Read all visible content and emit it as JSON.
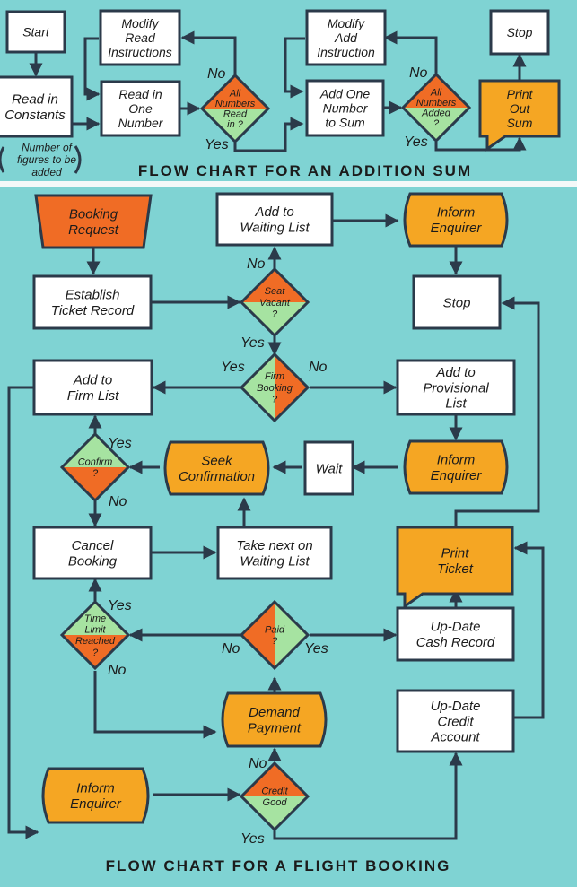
{
  "colors": {
    "background": "#7fd3d3",
    "separator": "#f4f8f8",
    "box_white": "#ffffff",
    "box_orange": "#f5a623",
    "box_red_orange": "#f06c25",
    "diamond_green": "#a6e3a1",
    "diamond_orange": "#f06c25",
    "stroke": "#2b3a4a"
  },
  "addition_chart": {
    "title": "FLOW CHART FOR AN ADDITION SUM",
    "nodes": {
      "start": [
        "Start"
      ],
      "read_constants": [
        "Read in",
        "Constants"
      ],
      "constants_note": [
        "Number of",
        "figures to be",
        "added"
      ],
      "modify_read": [
        "Modify",
        "Read",
        "Instructions"
      ],
      "read_number": [
        "Read in",
        "One",
        "Number"
      ],
      "all_read": [
        "All",
        "Numbers",
        "Read",
        "in ?"
      ],
      "modify_add": [
        "Modify",
        "Add",
        "Instruction"
      ],
      "add_number": [
        "Add One",
        "Number",
        "to Sum"
      ],
      "all_added": [
        "All",
        "Numbers",
        "Added",
        "?"
      ],
      "print_sum": [
        "Print",
        "Out",
        "Sum"
      ],
      "stop": [
        "Stop"
      ]
    },
    "labels": {
      "no": "No",
      "yes": "Yes"
    }
  },
  "booking_chart": {
    "title": "FLOW CHART FOR A FLIGHT BOOKING",
    "nodes": {
      "booking_request": [
        "Booking",
        "Request"
      ],
      "establish_record": [
        "Establish",
        "Ticket Record"
      ],
      "seat_vacant": [
        "Seat",
        "Vacant",
        "?"
      ],
      "add_waiting": [
        "Add to",
        "Waiting List"
      ],
      "inform_enquirer_1": [
        "Inform",
        "Enquirer"
      ],
      "stop": [
        "Stop"
      ],
      "firm_booking": [
        "Firm",
        "Booking",
        "?"
      ],
      "add_firm": [
        "Add to",
        "Firm List"
      ],
      "add_provisional": [
        "Add to",
        "Provisional",
        "List"
      ],
      "inform_enquirer_2": [
        "Inform",
        "Enquirer"
      ],
      "wait": [
        "Wait"
      ],
      "seek_confirmation": [
        "Seek",
        "Confirmation"
      ],
      "confirm": [
        "Confirm",
        "?"
      ],
      "cancel_booking": [
        "Cancel",
        "Booking"
      ],
      "take_next": [
        "Take next on",
        "Waiting List"
      ],
      "print_ticket": [
        "Print",
        "Ticket"
      ],
      "time_limit": [
        "Time",
        "Limit",
        "Reached",
        "?"
      ],
      "paid": [
        "Paid",
        "?"
      ],
      "update_cash": [
        "Up-Date",
        "Cash Record"
      ],
      "demand_payment": [
        "Demand",
        "Payment"
      ],
      "update_credit": [
        "Up-Date",
        "Credit",
        "Account"
      ],
      "inform_enquirer_3": [
        "Inform",
        "Enquirer"
      ],
      "credit_good": [
        "Credit",
        "Good"
      ]
    },
    "labels": {
      "no": "No",
      "yes": "Yes"
    }
  }
}
